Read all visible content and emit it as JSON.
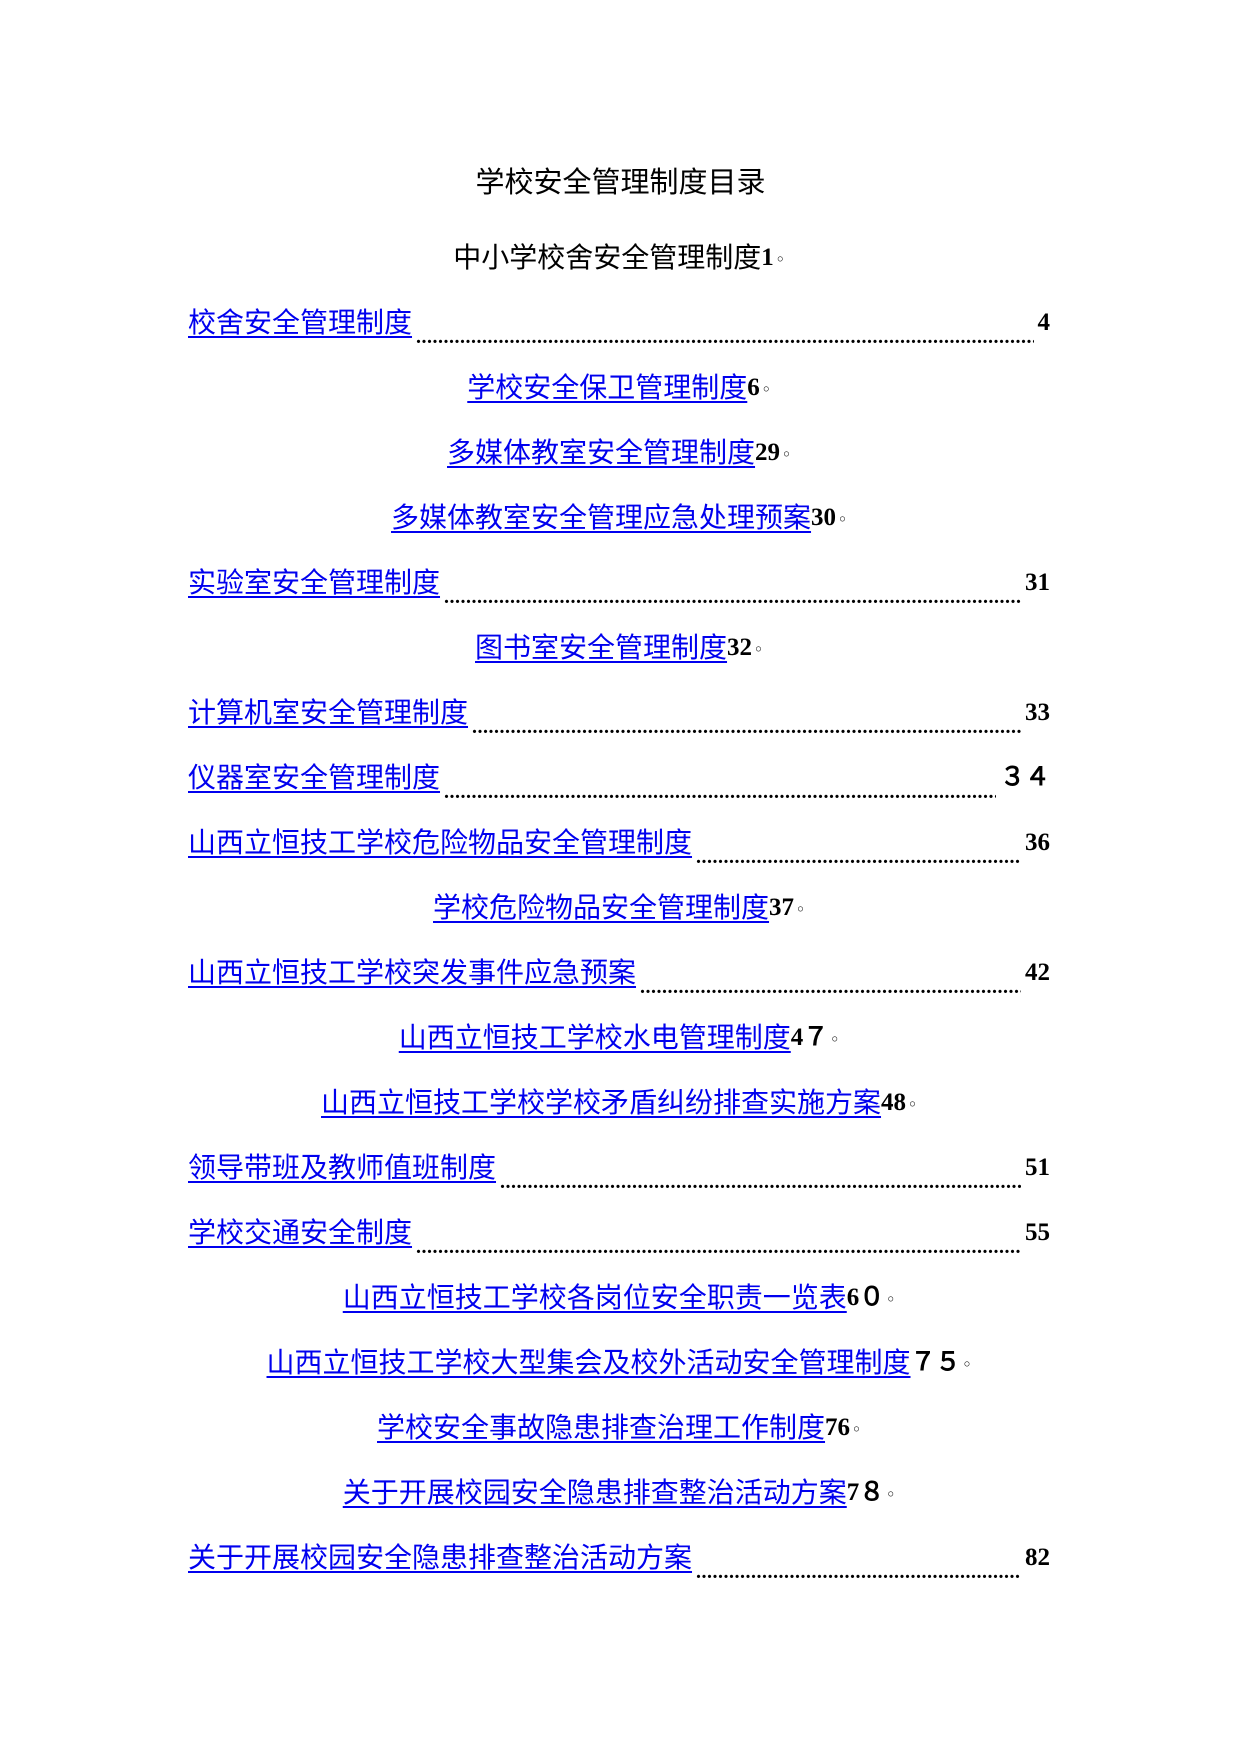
{
  "document": {
    "title": "学校安全管理制度目录",
    "entries": [
      {
        "label": "中小学校舍安全管理制度",
        "page": "1",
        "style": "plain"
      },
      {
        "label": "校舍安全管理制度",
        "page": "4",
        "style": "leader"
      },
      {
        "label": "学校安全保卫管理制度",
        "page": "6",
        "style": "center"
      },
      {
        "label": "多媒体教室安全管理制度",
        "page": "29",
        "style": "center"
      },
      {
        "label": "多媒体教室安全管理应急处理预案",
        "page": "30",
        "style": "center"
      },
      {
        "label": "实验室安全管理制度",
        "page": "31",
        "style": "leader"
      },
      {
        "label": "图书室安全管理制度",
        "page": "32",
        "style": "center"
      },
      {
        "label": "计算机室安全管理制度",
        "page": "33",
        "style": "leader"
      },
      {
        "label": "仪器室安全管理制度",
        "page": "３４",
        "style": "leader"
      },
      {
        "label": "山西立恒技工学校危险物品安全管理制度",
        "page": "36",
        "style": "leader"
      },
      {
        "label": "学校危险物品安全管理制度",
        "page": "37",
        "style": "center"
      },
      {
        "label": "山西立恒技工学校突发事件应急预案",
        "page": "42",
        "style": "leader"
      },
      {
        "label": "山西立恒技工学校水电管理制度",
        "page": "4７",
        "style": "center"
      },
      {
        "label": "山西立恒技工学校学校矛盾纠纷排查实施方案",
        "page": "48",
        "style": "center"
      },
      {
        "label": "领导带班及教师值班制度",
        "page": "51",
        "style": "leader"
      },
      {
        "label": "学校交通安全制度",
        "page": "55",
        "style": "leader"
      },
      {
        "label": "山西立恒技工学校各岗位安全职责一览表",
        "page": "6０",
        "style": "center"
      },
      {
        "label": "山西立恒技工学校大型集会及校外活动安全管理制度",
        "page": "７５",
        "style": "center"
      },
      {
        "label": "学校安全事故隐患排查治理工作制度",
        "page": "76",
        "style": "center"
      },
      {
        "label": "关于开展校园安全隐患排查整治活动方案",
        "page": "7８",
        "style": "center"
      },
      {
        "label": "关于开展校园安全隐患排查整治活动方案",
        "page": "82",
        "style": "leader"
      }
    ],
    "marker_glyph": "◦",
    "link_color": "#0000ee"
  }
}
